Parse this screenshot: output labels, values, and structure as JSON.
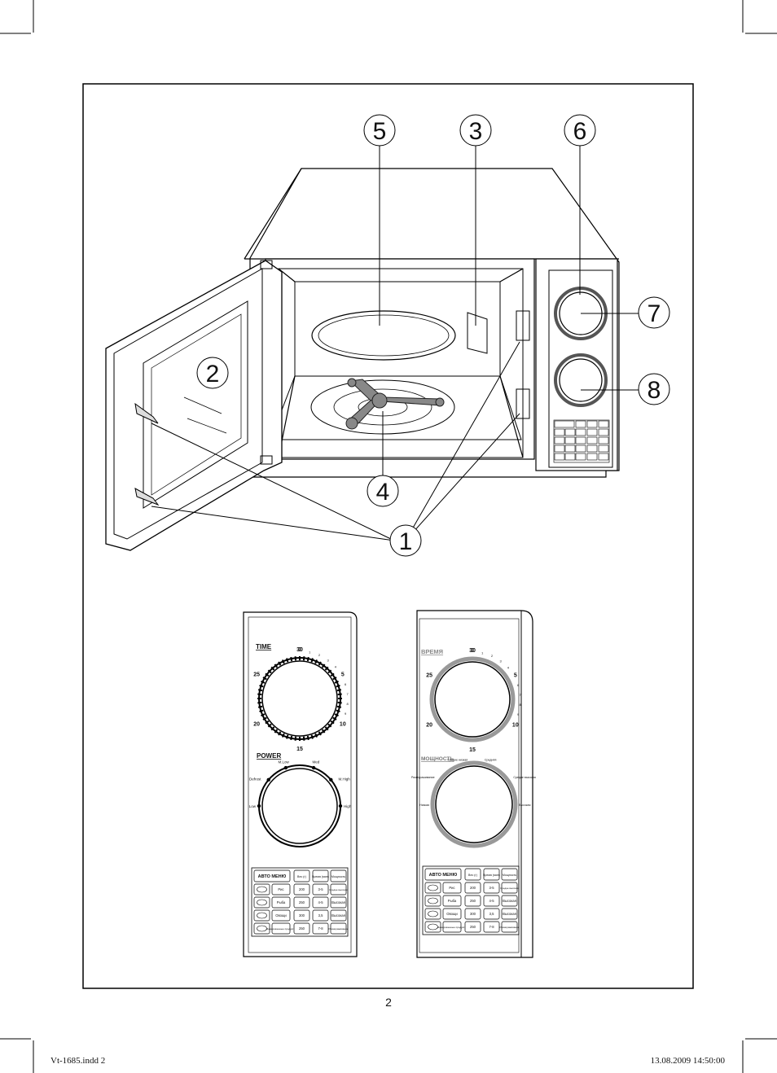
{
  "callouts": [
    "1",
    "2",
    "3",
    "4",
    "5",
    "6",
    "7",
    "8"
  ],
  "page_number": "2",
  "footer_left": "Vt-1685.indd   2",
  "footer_right": "13.08.2009   14:50:00",
  "panel_en": {
    "time_label": "TIME",
    "time_ticks": [
      "0",
      "5",
      "10",
      "15",
      "20",
      "25",
      "30"
    ],
    "power_label": "POWER",
    "power_levels": [
      "Low",
      "Defrost",
      "M.Low",
      "Med",
      "M.High",
      "High"
    ],
    "keypad_header": [
      "АВТО МЕНЮ",
      "Вес (г)",
      "Время (мин)",
      "Мощность"
    ],
    "keypad_rows": [
      [
        "Рис",
        "200",
        "3-5",
        "Средне высокая"
      ],
      [
        "Рыба",
        "250",
        "4-5",
        "Высокая"
      ],
      [
        "Овощи",
        "300",
        "3,5",
        "Высокая"
      ],
      [
        "Замороженные продукты",
        "250",
        "7-8",
        "Размораживание"
      ]
    ]
  },
  "panel_ru": {
    "time_label": "ВРЕМЯ",
    "time_ticks": [
      "0",
      "5",
      "10",
      "15",
      "20",
      "25",
      "30"
    ],
    "power_label": "МОЩНОСТЬ",
    "power_levels": [
      "Низкая",
      "Размораживание",
      "Средне низкая",
      "Средняя",
      "Средне высокая",
      "Высокая"
    ],
    "keypad_header": [
      "АВТО МЕНЮ",
      "Вес (г)",
      "Время (мин)",
      "Мощность"
    ],
    "keypad_rows": [
      [
        "Рис",
        "200",
        "3-5",
        "Средне высокая"
      ],
      [
        "Рыба",
        "250",
        "4-5",
        "Высокая"
      ],
      [
        "Овощи",
        "300",
        "3,5",
        "Высокая"
      ],
      [
        "Замороженные продукты",
        "250",
        "7-8",
        "Размораживание"
      ]
    ]
  }
}
